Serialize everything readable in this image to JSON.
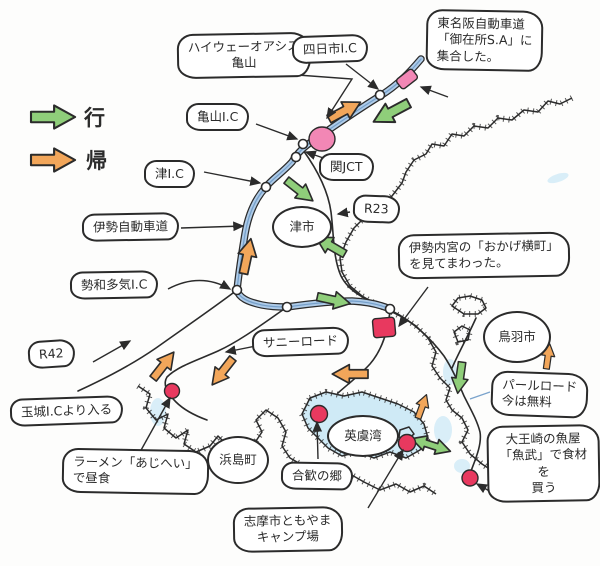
{
  "legend": {
    "go": "行",
    "return": "帰"
  },
  "colors": {
    "go_green": "#8fce7a",
    "return_orange": "#f2a65a",
    "expressway_blue": "#aecbe8",
    "expressway_edge": "#76a0ca",
    "marker_pink": "#f287b5",
    "marker_red": "#e8395f",
    "sea_blue": "#cfeaf6",
    "ink": "#2b2b2b"
  },
  "labels": {
    "highway_oasis": "ハイウェーオアシス\n亀山",
    "yokkaichi_ic": "四日市I.C",
    "meihan_note": "東名阪自動車道\n「御在所S.A」に\n集合した。",
    "kameyama_ic": "亀山I.C",
    "tsu_ic": "津I.C",
    "seki_jct": "関JCT",
    "r23": "R23",
    "tsu_city": "津市",
    "ise_expressway": "伊勢自動車道",
    "seiwataki_ic": "勢和多気I.C",
    "r42": "R42",
    "tamaki_ic_note": "玉城I.Cより入る",
    "ajihei_note": "ラーメン「あじへい」\nで昼食",
    "sunny_road": "サニーロード",
    "hamajima": "浜島町",
    "ago_bay": "英虞湾",
    "nemu_no_sato": "合歓の郷",
    "tomoyama_camp": "志摩市ともやま\nキャンプ場",
    "toba_city": "鳥羽市",
    "pearl_road_note": "パールロード\n今は無料",
    "uotake_note": "大王崎の魚屋\n「魚武」で食材を\n買う",
    "okage_note": "伊勢内宮の「おかげ横町」\nを見てまわった。"
  }
}
